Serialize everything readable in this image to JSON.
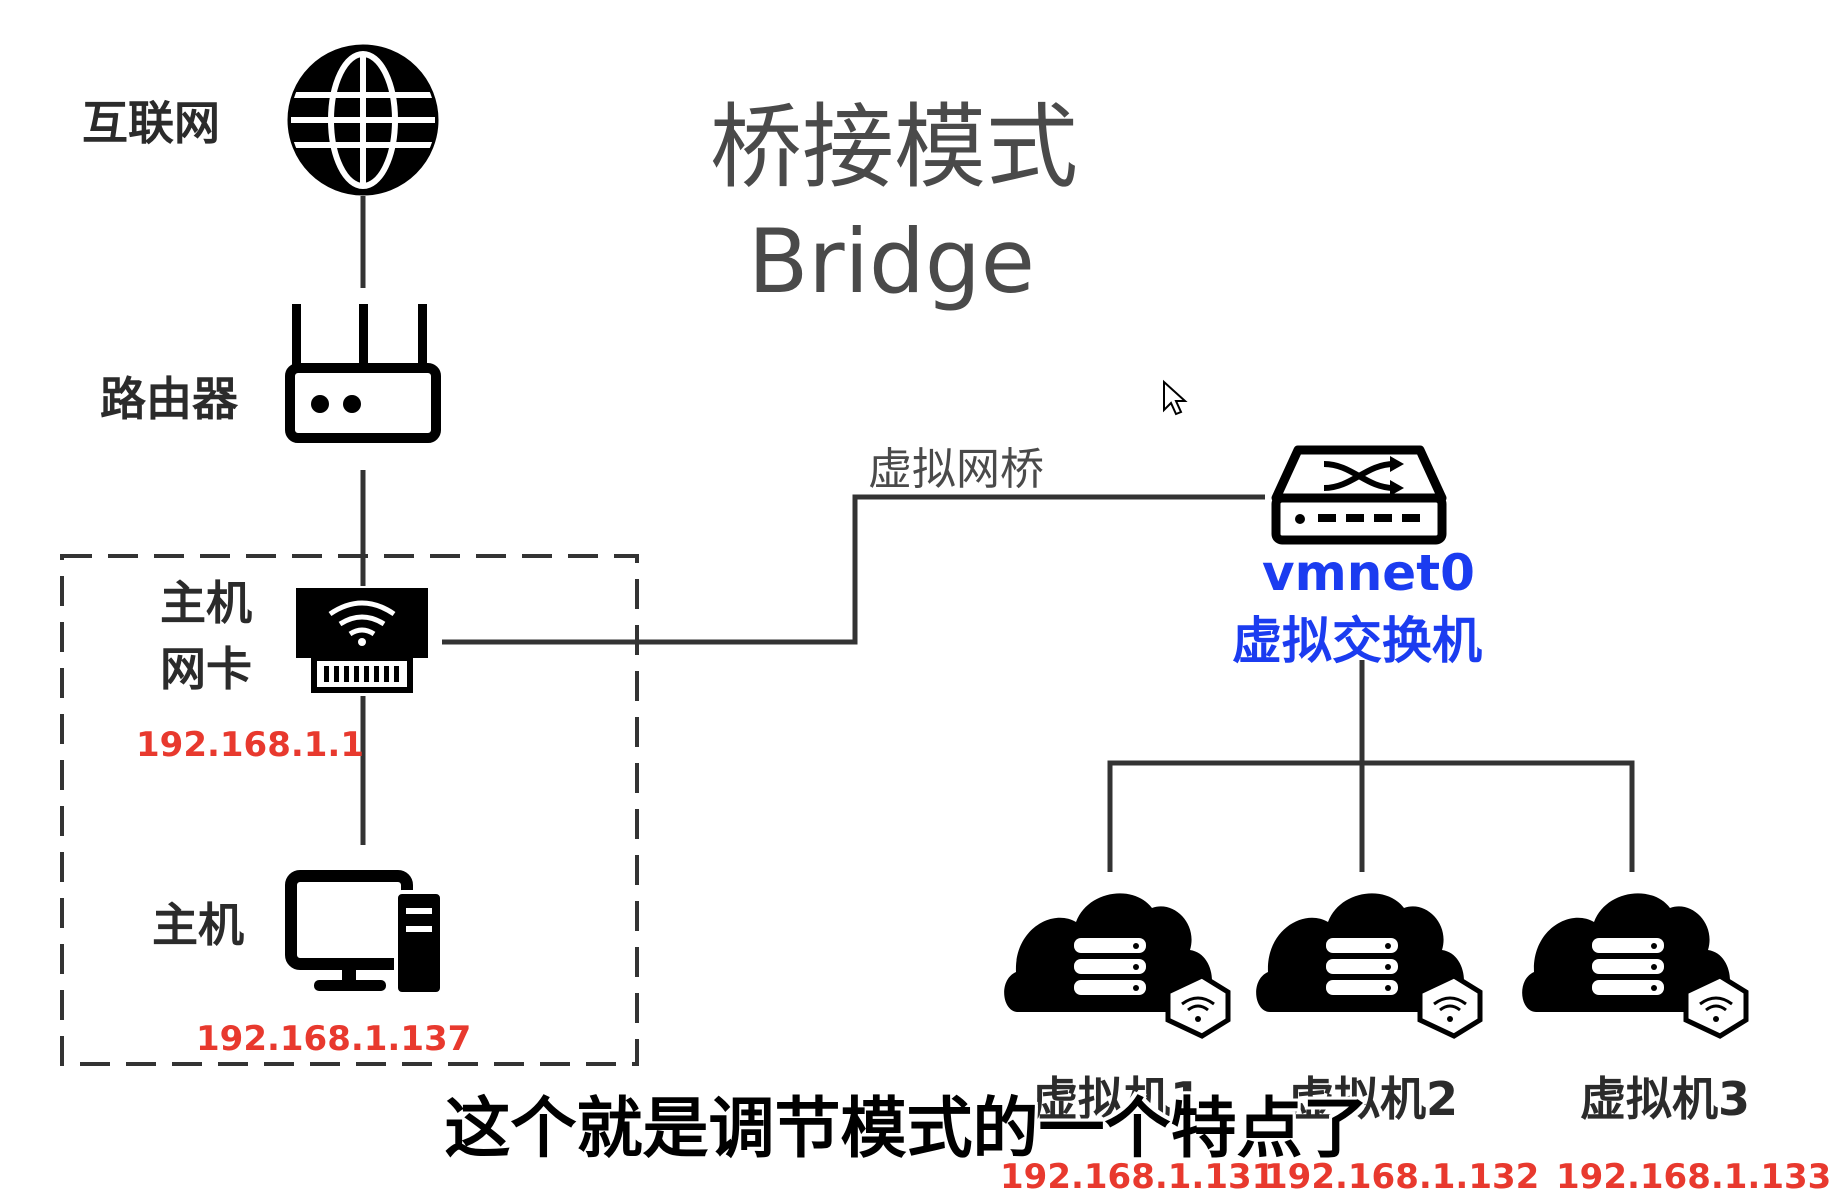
{
  "diagram": {
    "title_cn": "桥接模式",
    "title_en": "Bridge",
    "nodes": {
      "internet": {
        "label": "互联网",
        "icon": "globe-icon"
      },
      "router": {
        "label": "路由器",
        "icon": "router-icon"
      },
      "host_nic": {
        "label_line1": "主机",
        "label_line2": "网卡",
        "ip": "192.168.1.1",
        "icon": "network-card-icon"
      },
      "host": {
        "label": "主机",
        "ip": "192.168.1.137",
        "icon": "desktop-computer-icon"
      },
      "switch": {
        "name": "vmnet0",
        "label": "虚拟交换机",
        "icon": "network-switch-icon"
      },
      "vms": [
        {
          "label": "虚拟机1",
          "ip": "192.168.1.131",
          "icon": "cloud-server-icon"
        },
        {
          "label": "虚拟机2",
          "ip": "192.168.1.132",
          "icon": "cloud-server-icon"
        },
        {
          "label": "虚拟机3",
          "ip": "192.168.1.133",
          "icon": "cloud-server-icon"
        }
      ]
    },
    "edge_labels": {
      "bridge": "虚拟网桥"
    }
  },
  "subtitle": "这个就是调节模式的一个特点了",
  "colors": {
    "ip": "#e8392e",
    "switch_label": "#1b3cf0",
    "lines": "#333333",
    "text": "#2b2b2b"
  }
}
